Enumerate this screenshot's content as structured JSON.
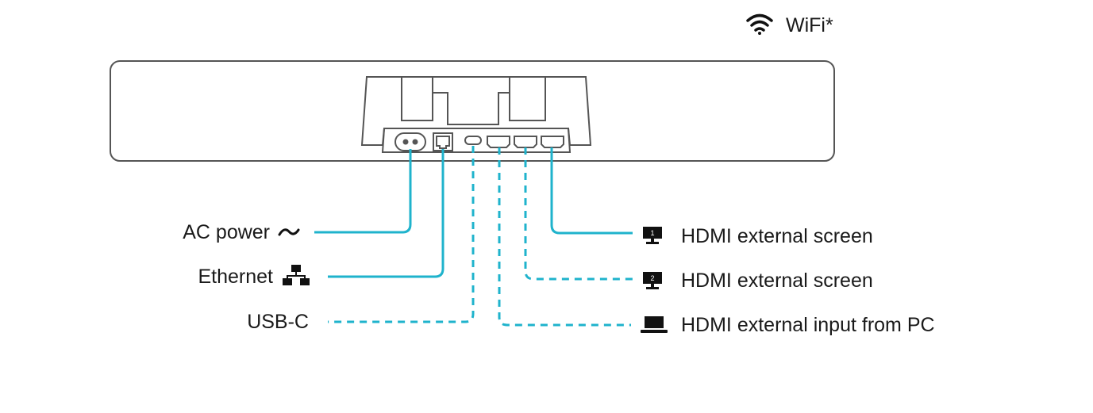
{
  "wifi": {
    "icon": "wifi-icon",
    "label": "WiFi*"
  },
  "connectors_left": [
    {
      "label": "AC power",
      "icon": "tilde-ac-icon",
      "line": "solid"
    },
    {
      "label": "Ethernet",
      "icon": "network-icon",
      "line": "solid"
    },
    {
      "label": "USB-C",
      "icon": "",
      "line": "dashed"
    }
  ],
  "connectors_right": [
    {
      "label": "HDMI external screen",
      "icon": "monitor-1-icon",
      "badge": "1",
      "line": "solid"
    },
    {
      "label": "HDMI external screen",
      "icon": "monitor-2-icon",
      "badge": "2",
      "line": "dashed"
    },
    {
      "label": "HDMI external input from PC",
      "icon": "laptop-icon",
      "line": "dashed"
    }
  ],
  "colors": {
    "line": "#1fb3cc",
    "device_outline": "#555555",
    "text": "#1a1a1a"
  }
}
